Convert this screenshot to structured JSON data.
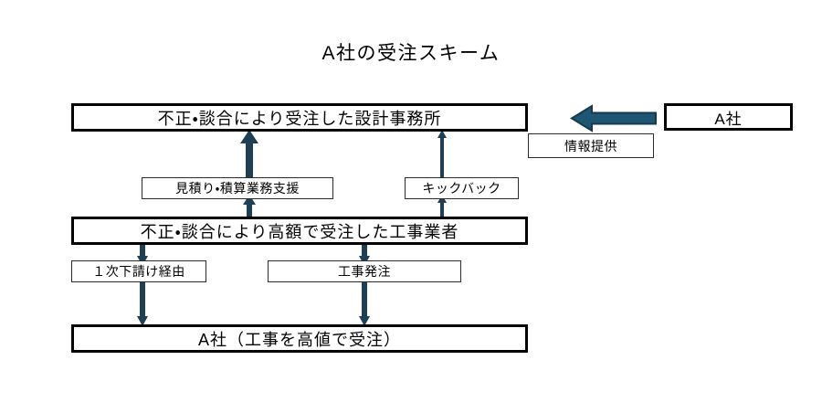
{
  "page": {
    "title": "A社の受注スキーム",
    "background_color": "#ffffff",
    "box_border_color": "#000000",
    "arrow_color": "#1f3f55",
    "block_arrow_fill": "#1f5673",
    "block_arrow_stroke": "#16394e"
  },
  "nodes": {
    "design_office": {
      "label": "不正・談合により受注した設計事務所"
    },
    "contractor": {
      "label": "不正・談合により高額で受注した工事業者"
    },
    "company_a_bottom": {
      "label": "A社（工事を高値で受注）"
    },
    "company_a_right": {
      "label": "A社"
    }
  },
  "labels": {
    "estimate_support": {
      "label": "見積り・積算業務支援"
    },
    "kickback": {
      "label": "キックバック"
    },
    "first_tier_sub": {
      "label": "１次下請け経由"
    },
    "construction_order": {
      "label": "工事発注"
    },
    "information_provision": {
      "label": "情報提供"
    }
  },
  "connections": [
    {
      "from": "contractor",
      "to": "design_office",
      "via": "estimate_support",
      "direction": "up"
    },
    {
      "from": "contractor",
      "to": "design_office",
      "via": "kickback",
      "direction": "up"
    },
    {
      "from": "contractor",
      "to": "company_a_bottom",
      "via": "first_tier_sub",
      "direction": "down"
    },
    {
      "from": "contractor",
      "to": "company_a_bottom",
      "via": "construction_order",
      "direction": "down"
    },
    {
      "from": "company_a_right",
      "to": "design_office",
      "via": "information_provision",
      "direction": "left"
    }
  ]
}
